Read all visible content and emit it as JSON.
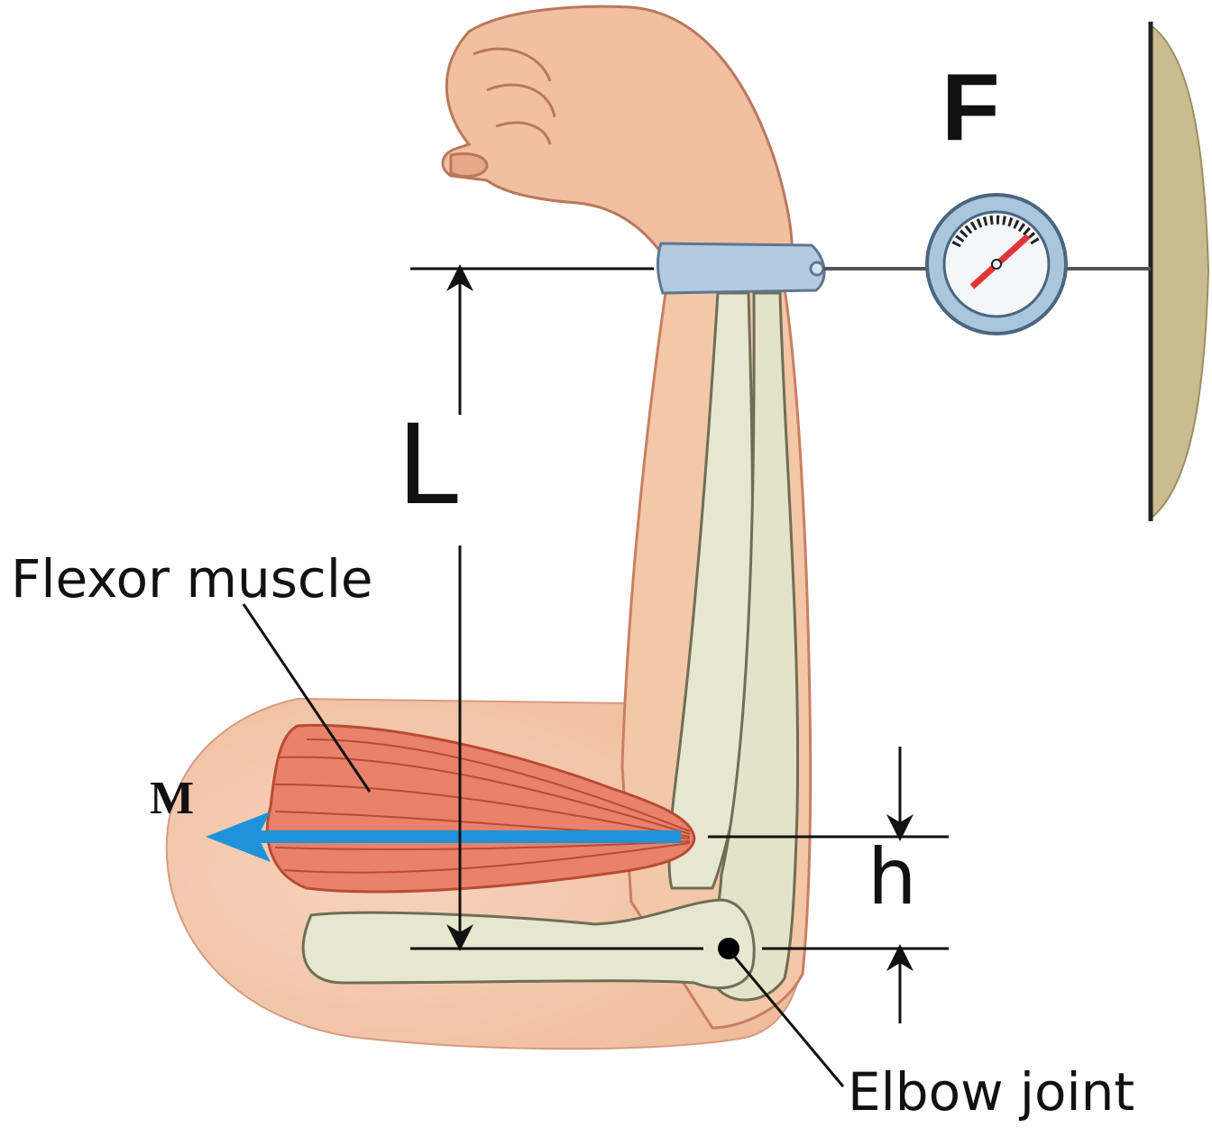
{
  "labels": {
    "force": "F",
    "lever_length": "L",
    "moment_arm": "h",
    "muscle_force": "M",
    "muscle_name": "Flexor muscle",
    "joint_name": "Elbow joint"
  },
  "colors": {
    "skin": "#f3c7a8",
    "skin_outline": "#c97f62",
    "bone": "#e6e7cf",
    "bone_outline": "#6f6e55",
    "muscle": "#e8826a",
    "muscle_fiber": "#b94a34",
    "force_arrow": "#1f93d9",
    "wrist_strap": "#b3cbe0",
    "wall": "#c9bd8f",
    "gauge_needle": "#e0363a"
  },
  "icons": {
    "gauge": "force-gauge-icon",
    "hand": "fist-icon"
  }
}
